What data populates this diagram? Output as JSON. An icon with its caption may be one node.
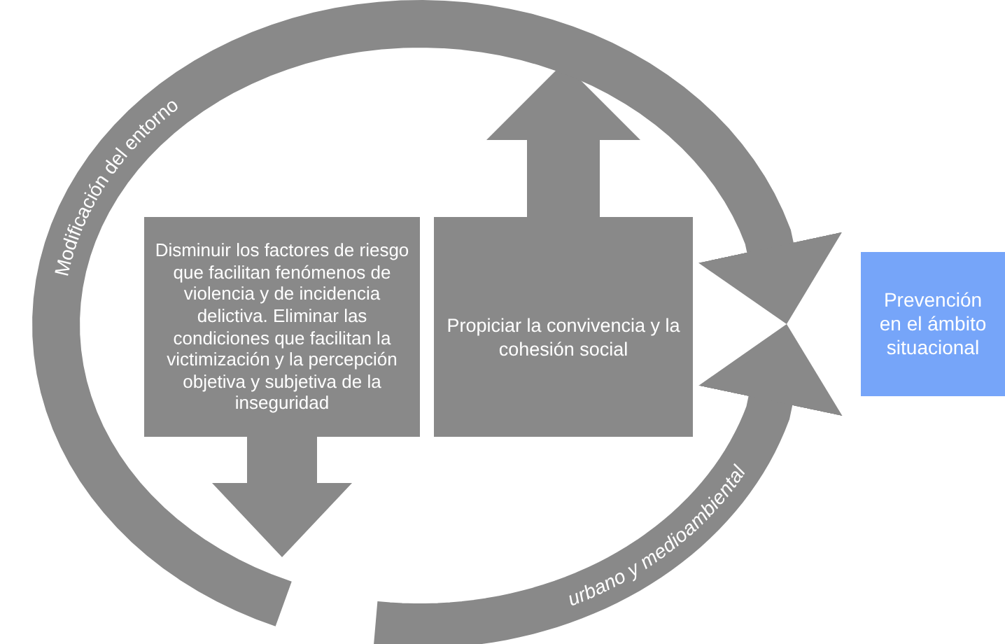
{
  "diagram": {
    "nodes": [
      {
        "text": [
          "Disminuir los factores de riesgo que facilitan fenómenos de violencia y de incidencia delictiva. Eliminar las condiciones que facilitan la victimización y la percepción objetiva y subjetiva de la inseguridad"
        ]
      },
      {
        "text": [
          "Propiciar la convivencia y la cohesión social"
        ]
      },
      {
        "text": [
          "Prevención en el ámbito situacional"
        ]
      }
    ],
    "edges": [
      {
        "from": null,
        "to": 2,
        "arrow": "to"
      },
      {
        "from": null,
        "to": 2,
        "arrow": "to"
      }
    ],
    "labels": [
      "Modificación del entorno",
      "urbano y medioambiental"
    ]
  }
}
